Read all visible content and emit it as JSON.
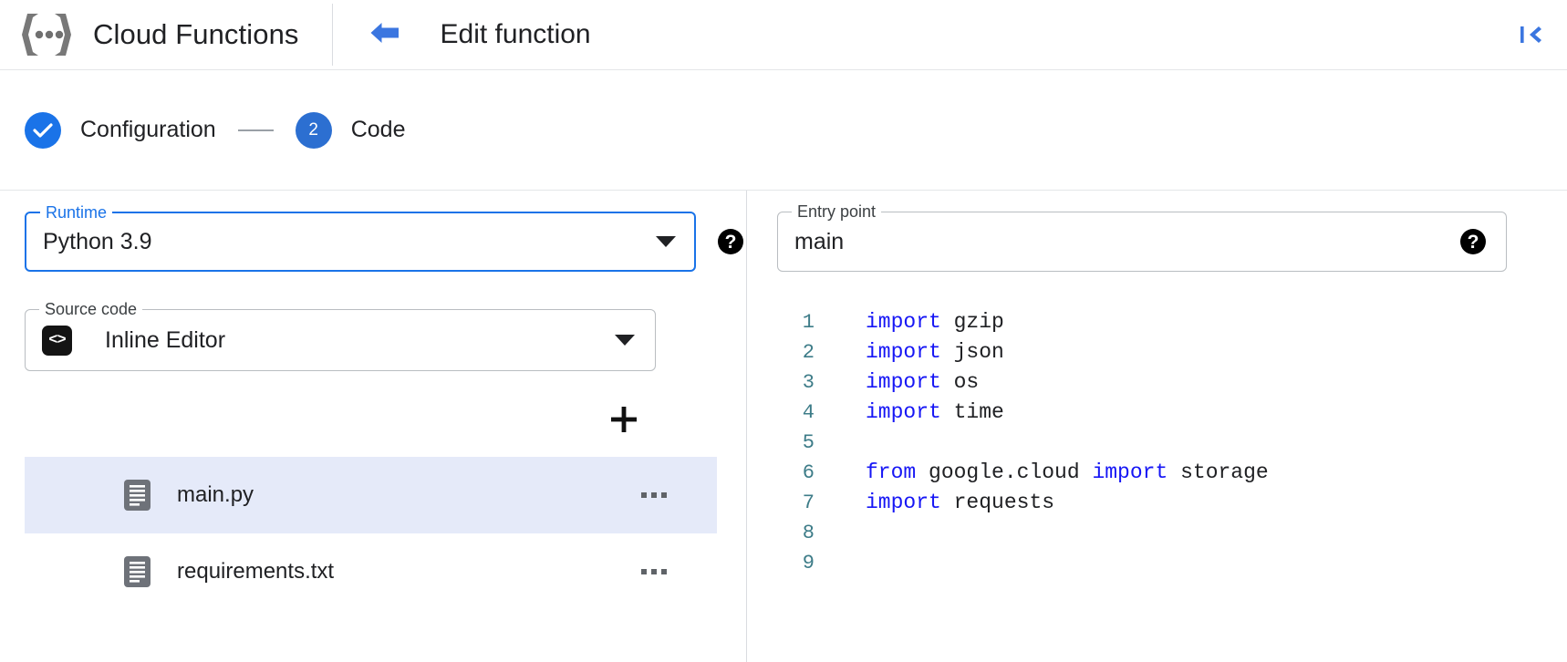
{
  "header": {
    "product_name": "Cloud Functions",
    "logo_icon": "cloud-functions-logo-icon",
    "back_icon": "arrow-left-icon",
    "page_title": "Edit function",
    "collapse_icon": "collapse-panel-icon"
  },
  "stepper": {
    "steps": [
      {
        "marker": "✓",
        "label": "Configuration",
        "state": "completed"
      },
      {
        "marker": "2",
        "label": "Code",
        "state": "active"
      }
    ]
  },
  "form": {
    "runtime": {
      "legend": "Runtime",
      "value": "Python 3.9",
      "caret_icon": "chevron-down-icon",
      "help_icon": "help-icon",
      "help_glyph": "?",
      "focused": true
    },
    "entry_point": {
      "legend": "Entry point",
      "value": "main",
      "help_icon": "help-icon",
      "help_glyph": "?"
    },
    "source_code": {
      "legend": "Source code",
      "value": "Inline Editor",
      "badge_glyph": "<>",
      "badge_icon": "inline-editor-code-icon",
      "caret_icon": "chevron-down-icon"
    }
  },
  "files": {
    "add_icon": "plus-icon",
    "items": [
      {
        "name": "main.py",
        "icon": "file-icon",
        "selected": true,
        "menu_icon": "more-options-icon"
      },
      {
        "name": "requirements.txt",
        "icon": "file-icon",
        "selected": false,
        "menu_icon": "more-options-icon"
      }
    ]
  },
  "editor": {
    "lines": [
      {
        "number": "1",
        "tokens": [
          {
            "t": "import",
            "k": true
          },
          {
            "t": " gzip",
            "k": false
          }
        ]
      },
      {
        "number": "2",
        "tokens": [
          {
            "t": "import",
            "k": true
          },
          {
            "t": " json",
            "k": false
          }
        ]
      },
      {
        "number": "3",
        "tokens": [
          {
            "t": "import",
            "k": true
          },
          {
            "t": " os",
            "k": false
          }
        ]
      },
      {
        "number": "4",
        "tokens": [
          {
            "t": "import",
            "k": true
          },
          {
            "t": " time",
            "k": false
          }
        ]
      },
      {
        "number": "5",
        "tokens": []
      },
      {
        "number": "6",
        "tokens": [
          {
            "t": "from",
            "k": true
          },
          {
            "t": " google.cloud ",
            "k": false
          },
          {
            "t": "import",
            "k": true
          },
          {
            "t": " storage",
            "k": false
          }
        ]
      },
      {
        "number": "7",
        "tokens": [
          {
            "t": "import",
            "k": true
          },
          {
            "t": " requests",
            "k": false
          }
        ]
      },
      {
        "number": "8",
        "tokens": []
      },
      {
        "number": "9",
        "tokens": []
      }
    ]
  },
  "colors": {
    "accent": "#1a73e8",
    "keyword": "#1616f5",
    "line_number": "#3d7c88",
    "selected_row": "#e5eaf9"
  }
}
